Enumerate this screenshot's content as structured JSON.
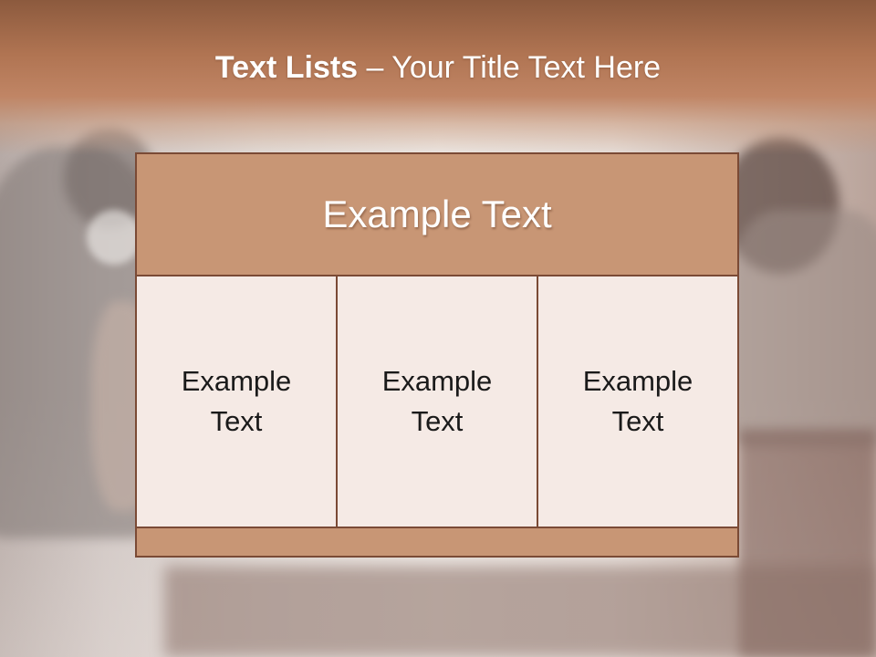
{
  "slide": {
    "title_bold": "Text Lists",
    "title_rest": " – Your Title Text Here",
    "header_text": "Example Text",
    "cells": [
      {
        "text": "Example Text"
      },
      {
        "text": "Example Text"
      },
      {
        "text": "Example Text"
      }
    ]
  },
  "colors": {
    "banner": "#b07452",
    "header_fill": "#c89675",
    "cell_fill": "#f5eae5",
    "border": "#7a4a35"
  }
}
